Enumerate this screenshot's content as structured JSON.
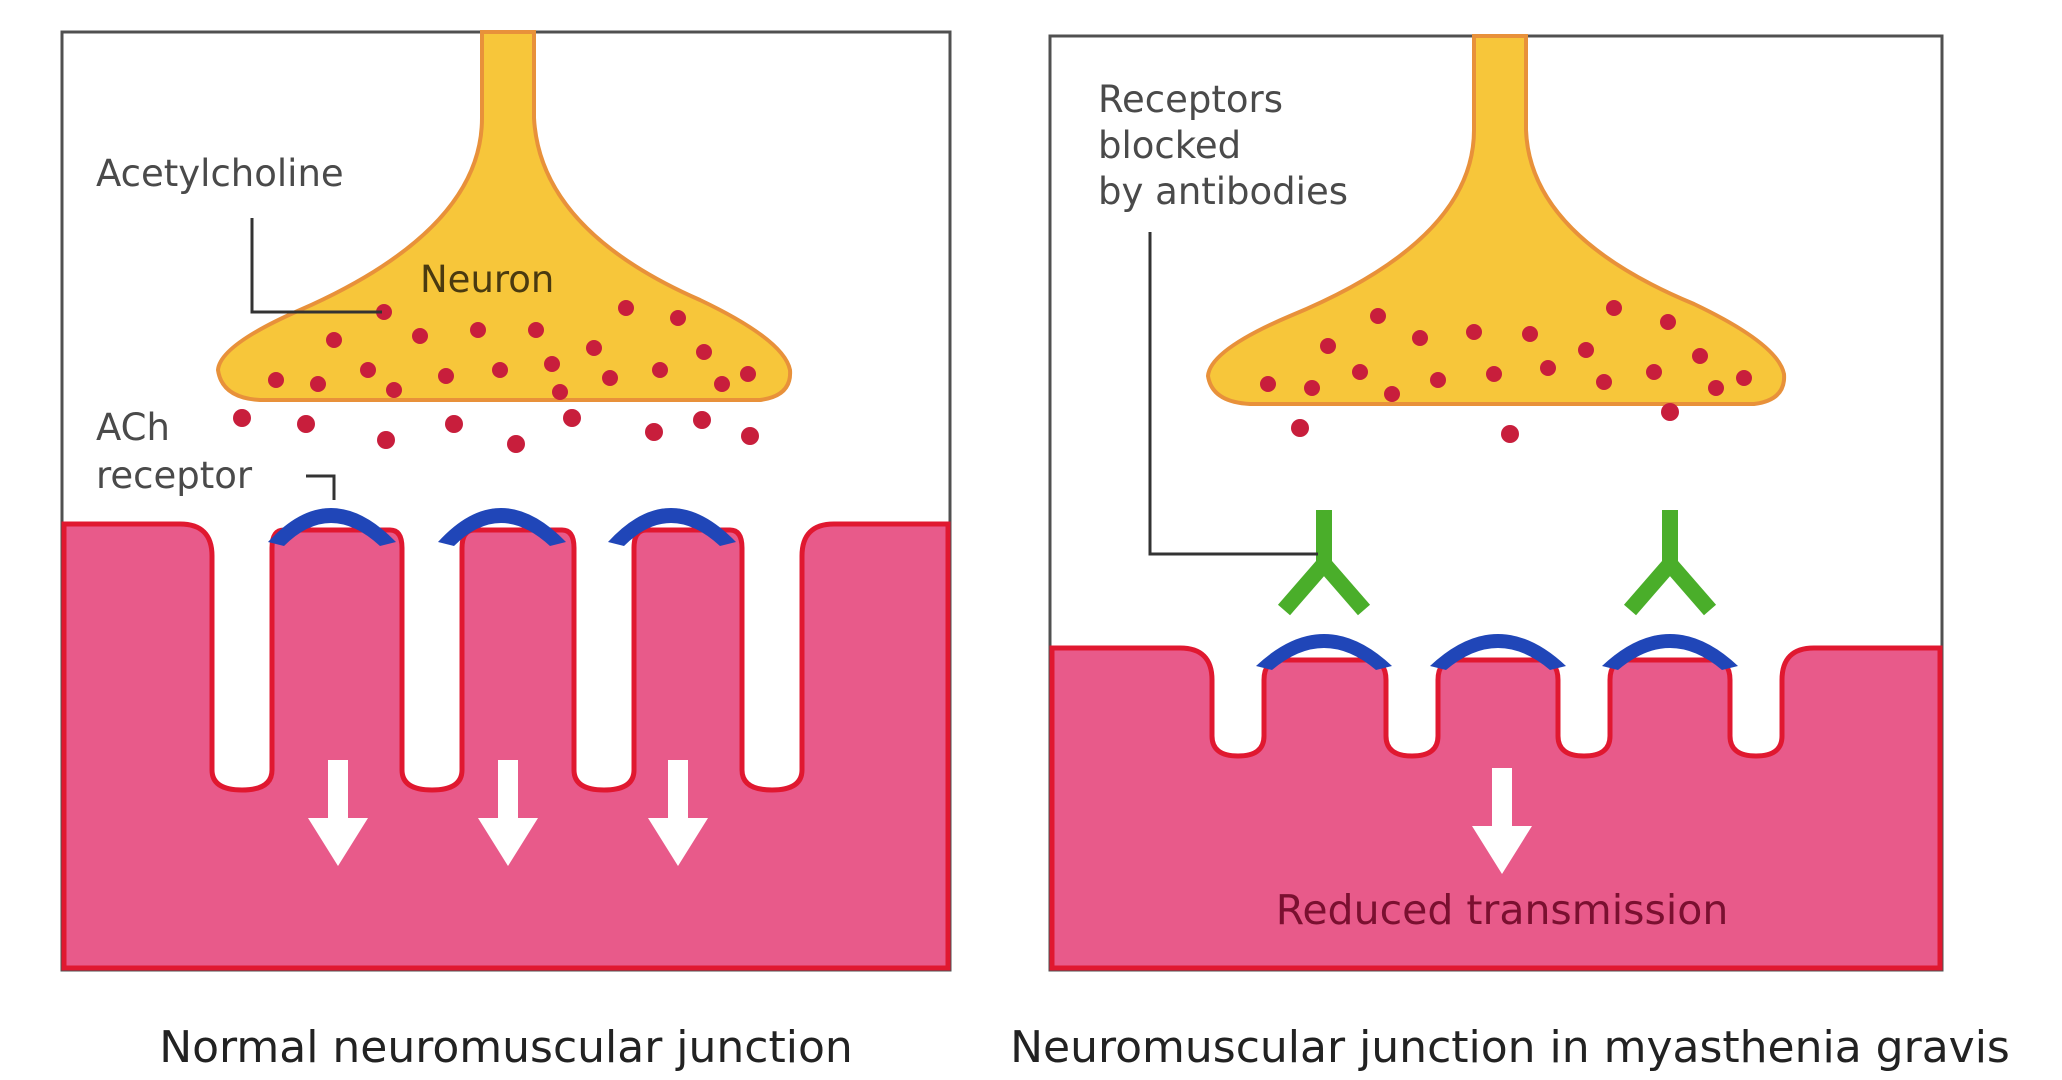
{
  "panels": {
    "normal": {
      "acetylcholine_label": "Acetylcholine",
      "neuron_label": "Neuron",
      "receptor_label_line1": "ACh",
      "receptor_label_line2": "receptor",
      "caption": "Normal neuromuscular junction"
    },
    "mg": {
      "blocked_label_line1": "Receptors",
      "blocked_label_line2": "blocked",
      "blocked_label_line3": "by antibodies",
      "reduced_label": "Reduced transmission",
      "caption": "Neuromuscular junction in myasthenia gravis"
    }
  },
  "colors": {
    "neuron_fill": "#f7c63a",
    "neuron_outline": "#e8913a",
    "vesicle": "#c81e3c",
    "muscle_fill": "#e85a8a",
    "muscle_outline": "#e01830",
    "receptor": "#2046b8",
    "antibody": "#4aae2a",
    "arrow": "#ffffff",
    "frame": "#505050"
  }
}
